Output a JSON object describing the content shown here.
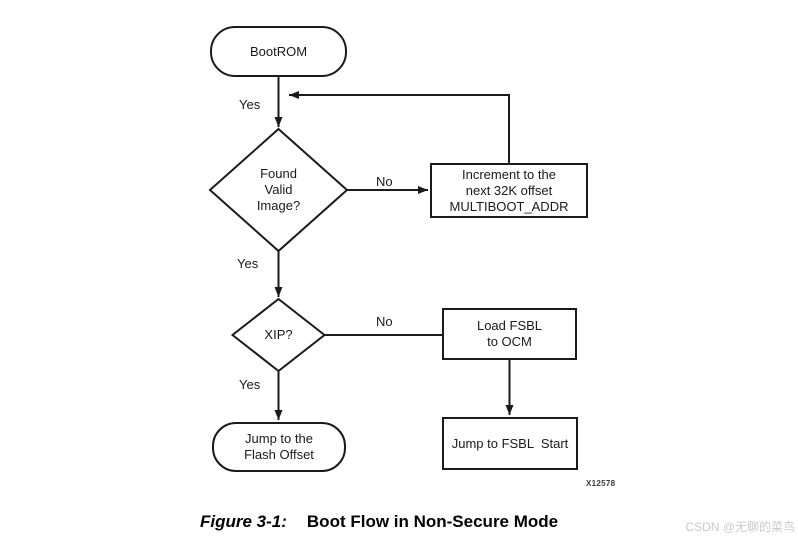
{
  "figure": {
    "caption_label": "Figure 3-1:",
    "caption_title": "Boot Flow in Non-Secure Mode",
    "figure_id": "X12578"
  },
  "watermark": "CSDN @无聊的菜鸟",
  "flowchart": {
    "nodes": {
      "bootrom": "BootROM",
      "found_valid_image": "Found\nValid\nImage?",
      "increment": "Increment to the\nnext 32K offset\nMULTIBOOT_ADDR",
      "xip": "XIP?",
      "load_fsbl": "Load FSBL\nto OCM",
      "jump_fsbl": "Jump to FSBL  Start",
      "jump_flash": "Jump to the\nFlash Offset"
    },
    "labels": {
      "yes_bootrom": "Yes",
      "no_found": "No",
      "yes_found": "Yes",
      "no_xip": "No",
      "yes_xip": "Yes"
    },
    "colors": {
      "line": "#1a1a1a",
      "text": "#1a1a1a",
      "watermark": "#c9c9c9"
    }
  }
}
